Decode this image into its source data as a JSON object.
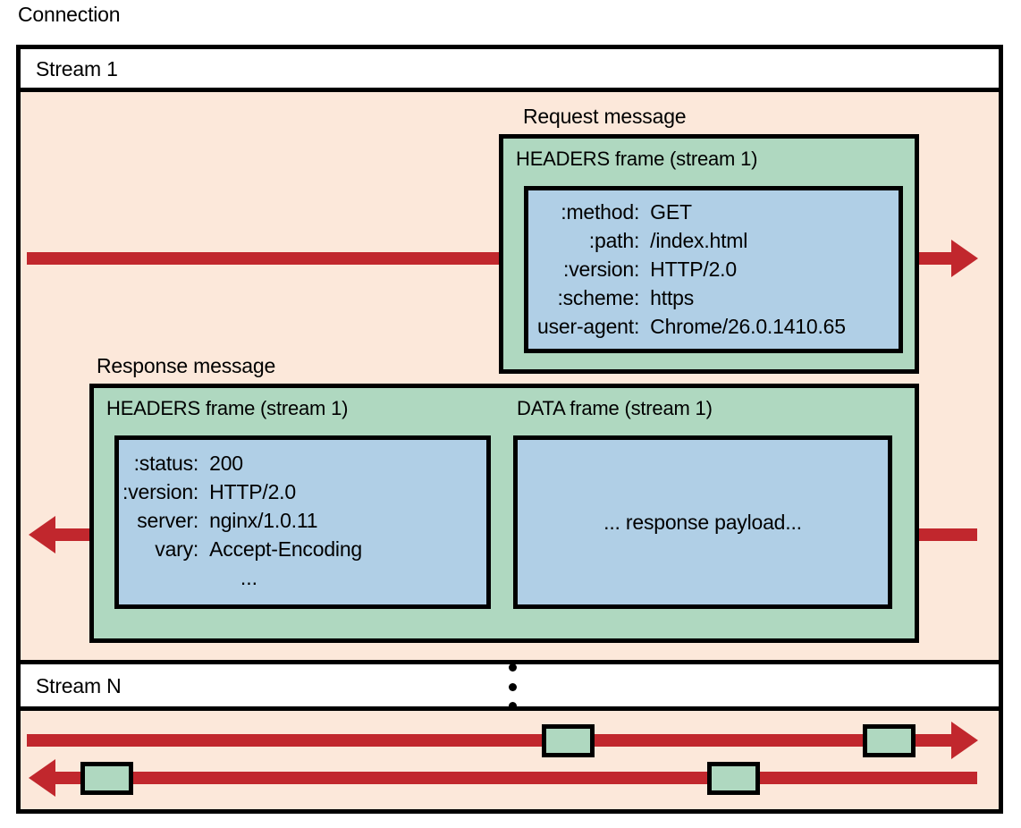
{
  "diagram": {
    "connection_label": "Connection",
    "streams": [
      {
        "name": "stream-1",
        "label": "Stream 1"
      },
      {
        "name": "stream-n",
        "label": "Stream N"
      }
    ],
    "ellipsis_dots": 3,
    "colors": {
      "connection_background": "#FCE8DA",
      "stream_header_background": "#FFFFFF",
      "frame_green": "#AFD8C0",
      "payload_blue": "#B0CFE6",
      "arrow_red": "#C1272D",
      "border_black": "#000000"
    },
    "request_message": {
      "caption": "Request message",
      "frame_title": "HEADERS frame (stream 1)",
      "headers": [
        {
          "key": ":method:",
          "value": "GET"
        },
        {
          "key": ":path:",
          "value": "/index.html"
        },
        {
          "key": ":version:",
          "value": "HTTP/2.0"
        },
        {
          "key": ":scheme:",
          "value": "https"
        },
        {
          "key": "user-agent:",
          "value": "Chrome/26.0.1410.65"
        }
      ]
    },
    "response_message": {
      "caption": "Response message",
      "headers_frame": {
        "frame_title": "HEADERS frame (stream 1)",
        "headers": [
          {
            "key": ":status:",
            "value": "200"
          },
          {
            "key": ":version:",
            "value": "HTTP/2.0"
          },
          {
            "key": "server:",
            "value": "nginx/1.0.11"
          },
          {
            "key": "vary:",
            "value": "Accept-Encoding"
          }
        ],
        "continuation": "..."
      },
      "data_frame": {
        "frame_title": "DATA frame (stream 1)",
        "payload_text": "... response payload..."
      }
    },
    "stream_n": {
      "arrows": [
        {
          "name": "outbound-arrow",
          "direction": "right",
          "frame_count": 2
        },
        {
          "name": "inbound-arrow",
          "direction": "left",
          "frame_count": 2
        }
      ]
    }
  }
}
